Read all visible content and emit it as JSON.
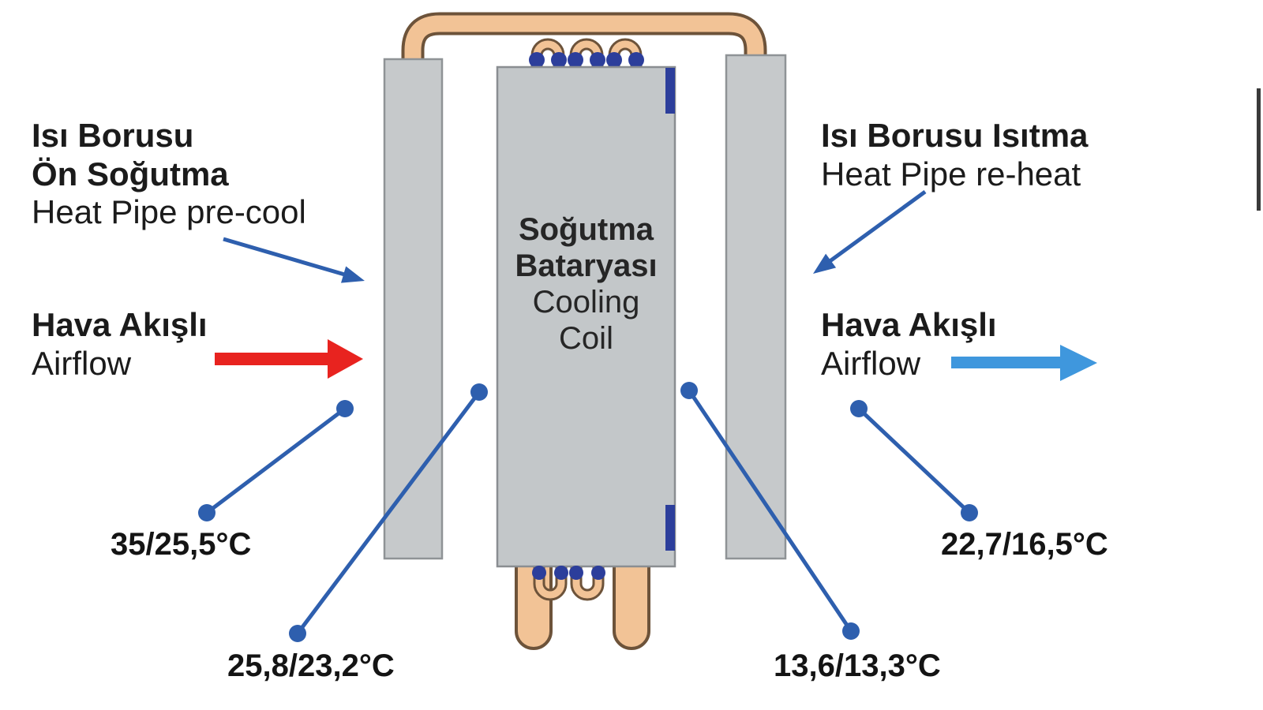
{
  "diagram": {
    "type": "heat-pipe-cooling-coil-schematic",
    "heat_pipe_precool": {
      "title_tr_line1": "Isı Borusu",
      "title_tr_line2": "Ön Soğutma",
      "title_en": "Heat Pipe pre-cool"
    },
    "airflow_in": {
      "title_tr": "Hava Akışlı",
      "title_en": "Airflow"
    },
    "heat_pipe_reheat": {
      "title_tr": "Isı Borusu Isıtma",
      "title_en": "Heat Pipe re-heat"
    },
    "airflow_out": {
      "title_tr": "Hava Akışlı",
      "title_en": "Airflow"
    },
    "cooling_coil": {
      "title_tr_line1": "Soğutma",
      "title_tr_line2": "Bataryası",
      "title_en_line1": "Cooling",
      "title_en_line2": "Coil"
    },
    "temperatures": {
      "air_entering": "35/25,5°C",
      "after_precool": "25,8/23,2°C",
      "after_cooling_coil": "13,6/13,3°C",
      "air_leaving": "22,7/16,5°C"
    },
    "icons": {
      "airflow_in_arrow": "red-right-arrow",
      "airflow_out_arrow": "blue-right-arrow",
      "precool_pointer": "blue-diagonal-arrow",
      "reheat_pointer": "blue-diagonal-arrow",
      "heat_pipe_loop": "copper-u-pipe",
      "coil_tubes": "copper-u-bends"
    },
    "colors": {
      "background": "#ffffff",
      "slab_gray": "#c6c9cb",
      "slab_border": "#8f9396",
      "copper": "#f2c396",
      "copper_outline": "#6d533a",
      "steel_blue": "#2e5fae",
      "navy": "#2c3e9b",
      "airflow_red": "#e8231f",
      "airflow_blue": "#3f97dd",
      "text": "#1b1b1b"
    }
  }
}
